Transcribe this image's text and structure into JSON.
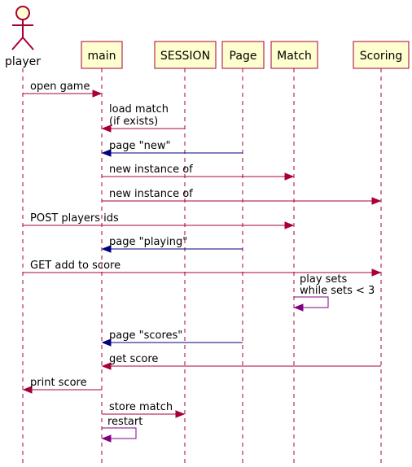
{
  "participants": [
    {
      "id": "player",
      "label": "player",
      "kind": "actor"
    },
    {
      "id": "main",
      "label": "main",
      "kind": "participant"
    },
    {
      "id": "session",
      "label": "SESSION",
      "kind": "participant"
    },
    {
      "id": "page",
      "label": "Page",
      "kind": "participant"
    },
    {
      "id": "match",
      "label": "Match",
      "kind": "participant"
    },
    {
      "id": "scoring",
      "label": "Scoring",
      "kind": "participant"
    }
  ],
  "messages": [
    {
      "from": "player",
      "to": "main",
      "lines": [
        "open game"
      ],
      "color": "#A80036"
    },
    {
      "from": "session",
      "to": "main",
      "lines": [
        "load match",
        "(if exists)"
      ],
      "color": "#A80036"
    },
    {
      "from": "page",
      "to": "main",
      "lines": [
        "page \"new\""
      ],
      "color": "#000080"
    },
    {
      "from": "main",
      "to": "match",
      "lines": [
        "new instance of"
      ],
      "color": "#A80036"
    },
    {
      "from": "main",
      "to": "scoring",
      "lines": [
        "new instance of"
      ],
      "color": "#A80036"
    },
    {
      "from": "player",
      "to": "match",
      "lines": [
        "POST players ids"
      ],
      "color": "#A80036"
    },
    {
      "from": "page",
      "to": "main",
      "lines": [
        "page \"playing\""
      ],
      "color": "#000080"
    },
    {
      "from": "player",
      "to": "scoring",
      "lines": [
        "GET add to score"
      ],
      "color": "#A80036"
    },
    {
      "from": "match",
      "to": "match",
      "lines": [
        "play sets",
        " while sets < 3"
      ],
      "color": "#800080"
    },
    {
      "from": "page",
      "to": "main",
      "lines": [
        "page \"scores\""
      ],
      "color": "#000080"
    },
    {
      "from": "scoring",
      "to": "main",
      "lines": [
        "get score"
      ],
      "color": "#A80036"
    },
    {
      "from": "main",
      "to": "player",
      "lines": [
        "print score"
      ],
      "color": "#A80036"
    },
    {
      "from": "main",
      "to": "session",
      "lines": [
        "store match"
      ],
      "color": "#A80036"
    },
    {
      "from": "main",
      "to": "main",
      "lines": [
        "restart"
      ],
      "color": "#800080"
    }
  ]
}
